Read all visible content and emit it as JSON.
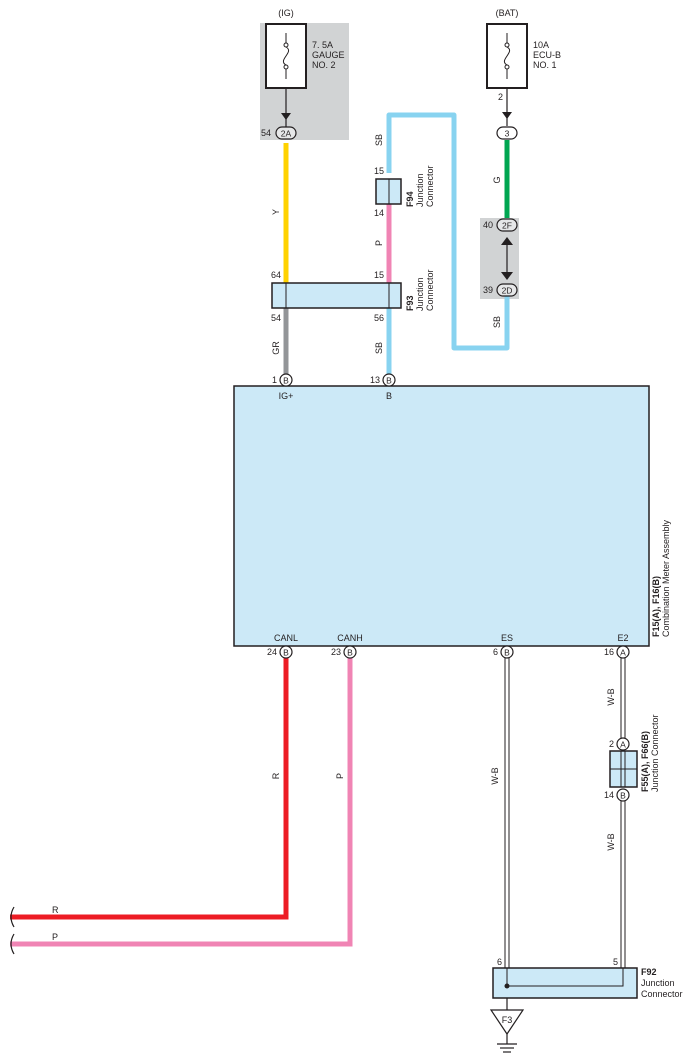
{
  "diagram": {
    "power": {
      "ig_label": "(IG)",
      "bat_label": "(BAT)",
      "fuse_gauge": [
        "7. 5A",
        "GAUGE",
        "NO. 2"
      ],
      "fuse_ecub": [
        "10A",
        "ECU-B",
        "NO. 1"
      ]
    },
    "pins": {
      "p54_2a": "54",
      "c2a": "2A",
      "p2_bat": "2",
      "c3": "3",
      "p40_2f": "40",
      "c2f": "2F",
      "p39_2d": "39",
      "c2d": "2D",
      "f94_top": "15",
      "f94_bot": "14",
      "f93_left_top": "64",
      "f93_left_bot": "54",
      "f93_right_top": "15",
      "f93_right_bot": "56",
      "meter_p1": "1",
      "meter_p13": "13",
      "meter_p24": "24",
      "meter_p23": "23",
      "meter_p6": "6",
      "meter_p16": "16",
      "f55_p2": "2",
      "f66_p14": "14",
      "f92_p6": "6",
      "f92_p5": "5",
      "conn_b": "B",
      "conn_a": "A"
    },
    "wires": {
      "y": "Y",
      "p": "P",
      "sb": "SB",
      "g": "G",
      "gr": "GR",
      "r": "R",
      "wb": "W-B"
    },
    "connectors": {
      "f94_code": "F94",
      "f94_name": [
        "Junction",
        "Connector"
      ],
      "f93_code": "F93",
      "f93_name": [
        "Junction",
        "Connector"
      ],
      "f55_code": "F55(A), F66(B)",
      "f55_name": "Junction Connector",
      "f92_code": "F92",
      "f92_name": [
        "Junction",
        "Connector"
      ]
    },
    "meter": {
      "code": "F15(A), F16(B)",
      "name": "Combination Meter Assembly",
      "terminals": {
        "igplus": "IG+",
        "b": "B",
        "canl": "CANL",
        "canh": "CANH",
        "es": "ES",
        "e2": "E2"
      }
    },
    "ground": "F3"
  },
  "colors": {
    "wire_yellow": "#ffd200",
    "wire_pink": "#f084b4",
    "wire_skyblue": "#88d3f0",
    "wire_green": "#00a651",
    "wire_gray": "#939598",
    "wire_red": "#ed1c24",
    "component_fill": "#cce9f7",
    "relay_box": "#d1d3d4",
    "line": "#231f20"
  }
}
